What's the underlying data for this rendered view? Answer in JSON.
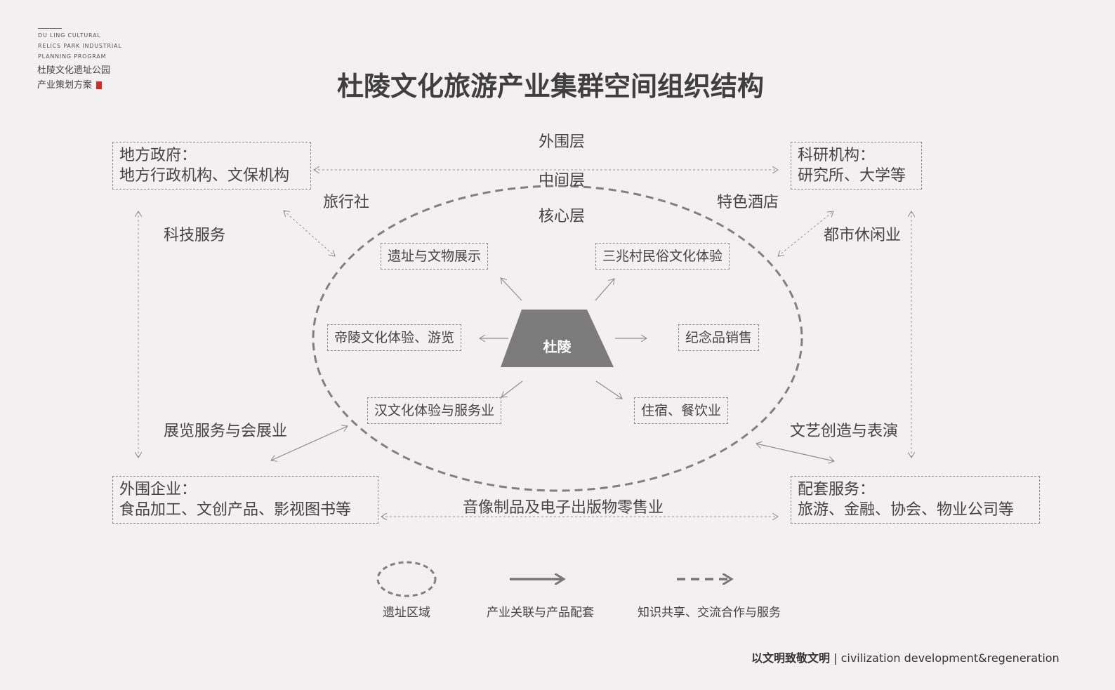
{
  "brand": {
    "en_lines": [
      "DU LING CULTURAL",
      "RELICS PARK INDUSTRIAL",
      "PLANNING PROGRAM"
    ],
    "cn_lines": [
      "杜陵文化遗址公园",
      "产业策划方案"
    ]
  },
  "title": "杜陵文化旅游产业集群空间组织结构",
  "layers": {
    "outer": "外围层",
    "middle": "中间层",
    "core": "核心层"
  },
  "corners": {
    "top_left": {
      "heading": "地方政府：",
      "detail": "地方行政机构、文保机构"
    },
    "top_right": {
      "heading": "科研机构：",
      "detail": "研究所、大学等"
    },
    "bottom_left": {
      "heading": "外围企业：",
      "detail": "食品加工、文创产品、影视图书等"
    },
    "bottom_right": {
      "heading": "配套服务：",
      "detail": "旅游、金融、协会、物业公司等"
    }
  },
  "middle_labels": {
    "travel_agency": "旅行社",
    "special_hotel": "特色酒店",
    "tech_service": "科技服务",
    "urban_leisure": "都市休闲业",
    "exhibition": "展览服务与会展业",
    "arts": "文艺创造与表演",
    "media_retail": "音像制品及电子出版物零售业"
  },
  "center": "杜陵",
  "core_items": {
    "relics_display": "遗址与文物展示",
    "folk_culture": "三兆村民俗文化体验",
    "emperor_tour": "帝陵文化体验、游览",
    "souvenir": "纪念品销售",
    "han_culture": "汉文化体验与服务业",
    "lodging": "住宿、餐饮业"
  },
  "legend": {
    "site_area": "遗址区域",
    "industry_link": "产业关联与产品配套",
    "knowledge_share": "知识共享、交流合作与服务"
  },
  "footer": {
    "cn": "以文明致敬文明",
    "sep": "|",
    "en": "civilization development&regeneration"
  },
  "colors": {
    "background": "#f2f0f0",
    "trapezoid": "#7b7b7b",
    "dashed": "#8a8a8a",
    "text": "#444444",
    "seal": "#c9302c"
  }
}
